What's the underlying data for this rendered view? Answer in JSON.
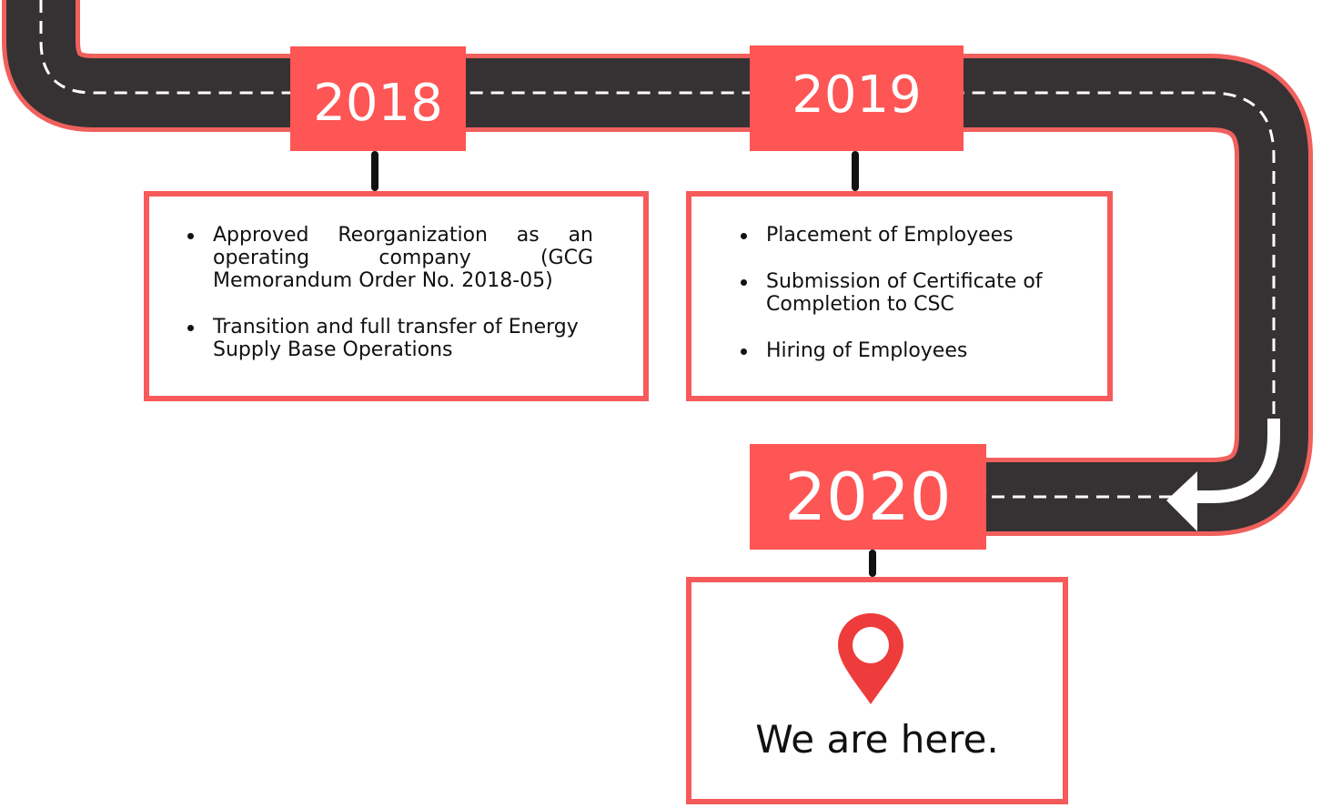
{
  "colors": {
    "road": "#363233",
    "road_edge": "#f0605d",
    "accent": "#fe5555",
    "pin": "#ee3b3b",
    "stem": "#111111"
  },
  "milestones": [
    {
      "year": "2018",
      "items": [
        "Approved Reorganization as an operating company (GCG Memorandum Order No. 2018-05)",
        "Transition and full transfer of Energy Supply Base Operations"
      ]
    },
    {
      "year": "2019",
      "items": [
        "Placement of Employees",
        "Submission of Certificate of Completion to CSC",
        "Hiring of Employees"
      ]
    },
    {
      "year": "2020",
      "status_icon": "location-pin-icon",
      "status_text": "We are here."
    }
  ]
}
